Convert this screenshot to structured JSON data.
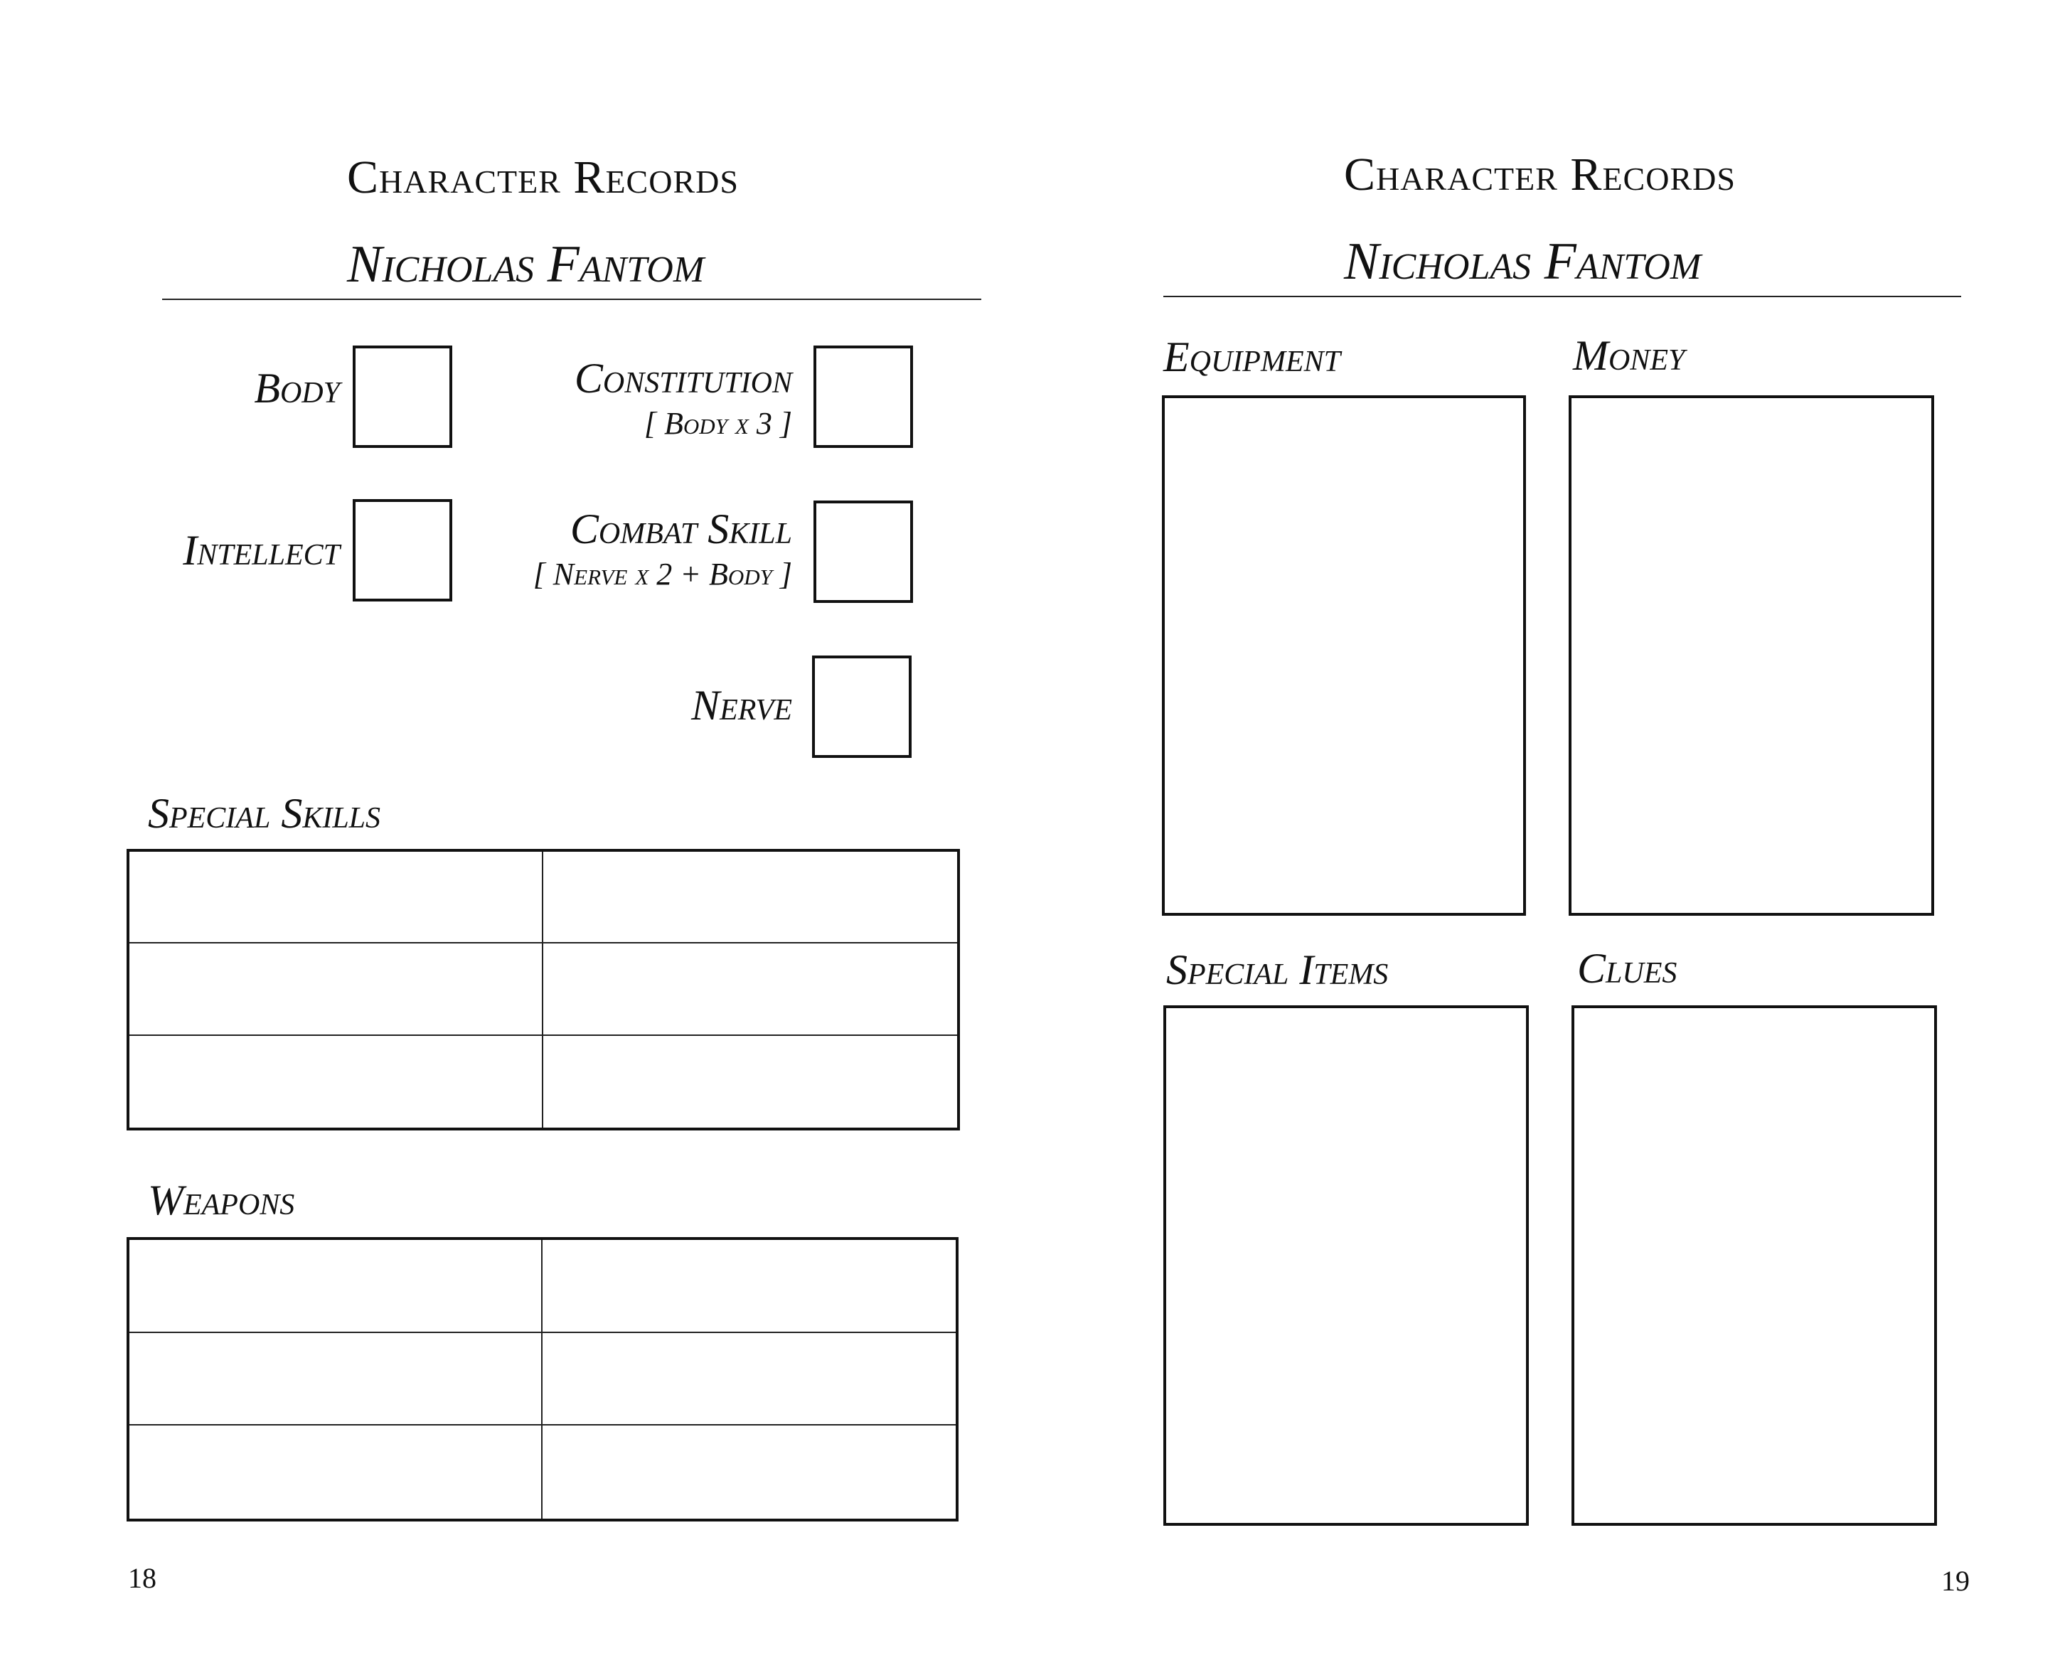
{
  "left_page": {
    "header": "Character Records",
    "character_name": "Nicholas Fantom",
    "stats": {
      "body": {
        "label": "Body"
      },
      "intellect": {
        "label": "Intellect"
      },
      "constitution": {
        "label": "Constitution",
        "formula": "[ Body x 3 ]"
      },
      "combat_skill": {
        "label": "Combat Skill",
        "formula": "[ Nerve x 2 + Body ]"
      },
      "nerve": {
        "label": "Nerve"
      }
    },
    "special_skills_label": "Special Skills",
    "weapons_label": "Weapons",
    "page_number": "18"
  },
  "right_page": {
    "header": "Character Records",
    "character_name": "Nicholas Fantom",
    "equipment_label": "Equipment",
    "money_label": "Money",
    "special_items_label": "Special Items",
    "clues_label": "Clues",
    "page_number": "19"
  }
}
